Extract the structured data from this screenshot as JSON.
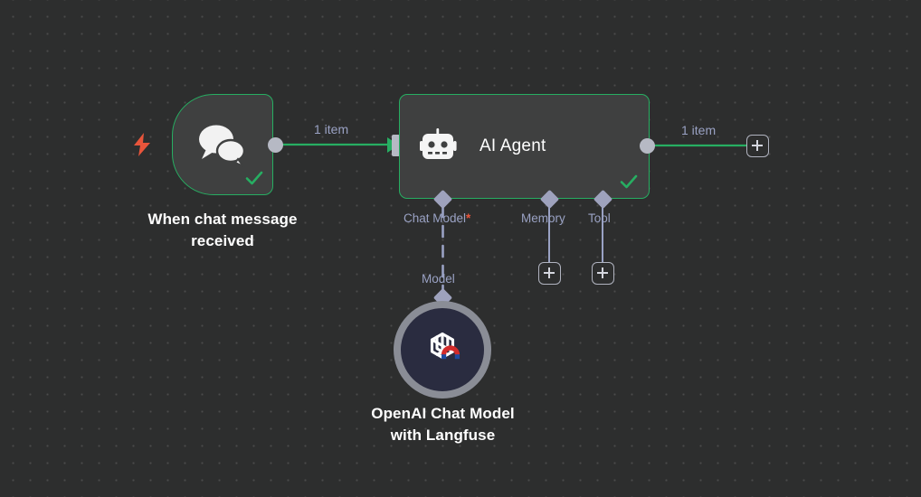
{
  "canvas": {
    "background_color": "#2d2e2e",
    "grid_dot_color": "#4a4b4b"
  },
  "nodes": {
    "trigger": {
      "label": "When chat message\nreceived",
      "icon": "chat-bubbles-icon",
      "badge_icon": "lightning-bolt-icon",
      "status": "success",
      "border_color": "#27ae62",
      "body_color": "#3f4040",
      "bolt_color": "#e8553b"
    },
    "agent": {
      "title": "AI Agent",
      "icon": "robot-icon",
      "status": "success",
      "border_color": "#27ae62",
      "body_color": "#3f4040"
    },
    "model": {
      "label": "OpenAI Chat Model\nwith Langfuse",
      "icon": "openai-logo-icon",
      "badge_icon": "langfuse-magnet-icon",
      "ring_color": "#8a8d96",
      "fill_color": "#2a2c40"
    }
  },
  "connections": {
    "trigger_to_agent_label": "1 item",
    "agent_to_next_label": "1 item",
    "model_edge_label": "Model",
    "edge_color": "#27ae62",
    "sub_edge_color": "#9aa2c4"
  },
  "sub_ports": [
    {
      "name": "chat-model",
      "label": "Chat Model",
      "required": "*",
      "has_add_button": false
    },
    {
      "name": "memory",
      "label": "Memory",
      "required": "",
      "has_add_button": true
    },
    {
      "name": "tool",
      "label": "Tool",
      "required": "",
      "has_add_button": true
    }
  ],
  "buttons": {
    "add_main_label": "+",
    "add_memory_label": "+",
    "add_tool_label": "+"
  }
}
